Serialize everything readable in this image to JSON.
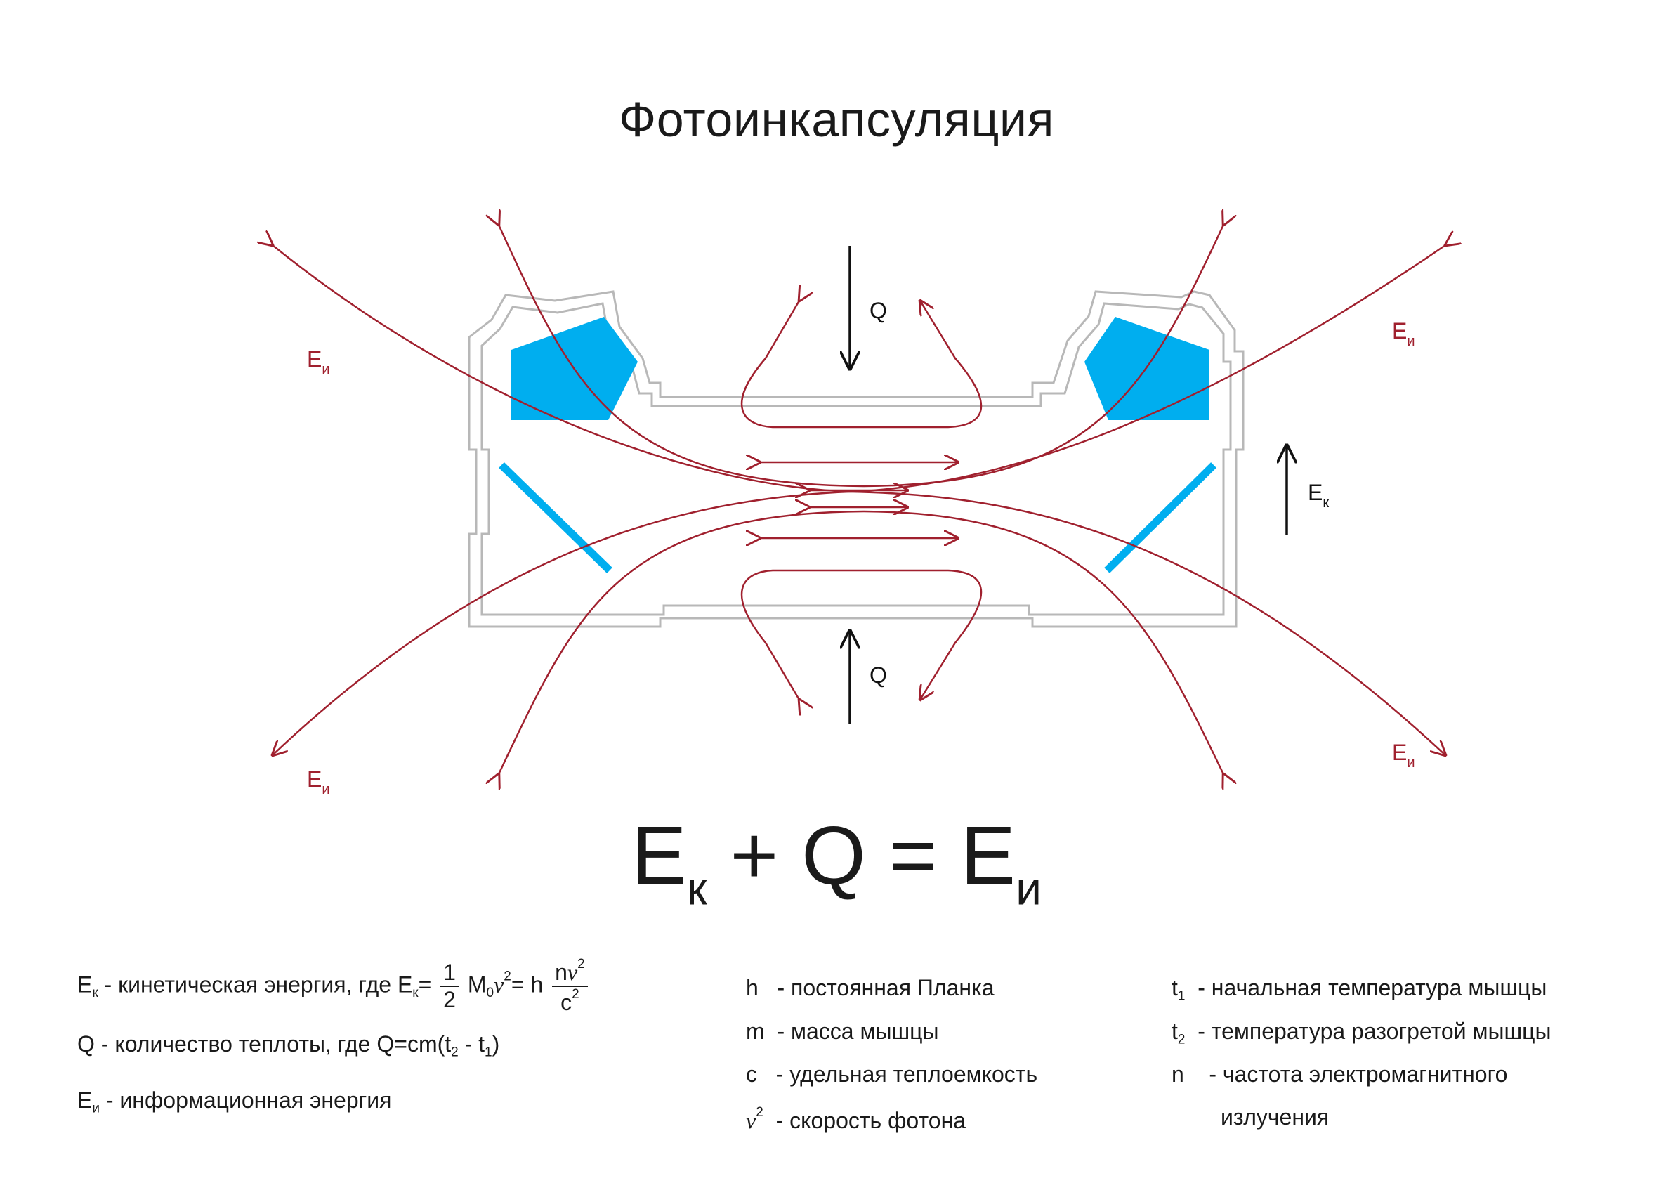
{
  "title": "Фотоинкапсуляция",
  "diagram_labels": {
    "q_top": "Q",
    "q_bottom": "Q",
    "e_info_main": "E",
    "e_info_sub": "и",
    "e_kin_main": "E",
    "e_kin_sub": "к"
  },
  "colors": {
    "flux_lines": "#a0202e",
    "blue_elements": "#00aeef",
    "outline": "#b8b8b8"
  },
  "equation": {
    "e": "E",
    "k_sub": "к",
    "plus": "+",
    "q": "Q",
    "equals": "=",
    "e2": "E",
    "i_sub": "и"
  },
  "legend_left": {
    "ek_sym": "E",
    "ek_sub": "к",
    "ek_text": " - кинетическая энергия, где E",
    "ek_sub2": "к",
    "ek_eq": "=",
    "frac_num": "1",
    "frac_den": "2",
    "m0": "M",
    "m0_sub": "0",
    "v": "v",
    "v_sup": "2",
    "eq_h": "= h",
    "frac2_num_n": "n",
    "frac2_num_v": "v",
    "frac2_num_sup": "2",
    "frac2_den_c": "c",
    "frac2_den_sup": "2",
    "q_text": "Q - количество теплоты, где Q=cm(t",
    "q_t2": "2",
    "q_mid": " - t",
    "q_t1": "1",
    "q_end": ")",
    "ei_sym": "E",
    "ei_sub": "и",
    "ei_text": " - информационная энергия"
  },
  "legend_mid": {
    "h_sym": "h",
    "h_text": "- постоянная Планка",
    "m_sym": "m",
    "m_text": "- масса мышцы",
    "c_sym": "c",
    "c_text": "- удельная теплоемкость",
    "v_sym": "v",
    "v_sup": "2",
    "v_text": "- скорость фотона"
  },
  "legend_right": {
    "t1_sym": "t",
    "t1_sub": "1",
    "t1_text": "-  начальная температура мышцы",
    "t2_sym": "t",
    "t2_sub": "2",
    "t2_text": "-  температура разогретой мышцы",
    "n_sym": "n",
    "n_text": "-  частота электромагнитного",
    "n_text2": "излучения"
  }
}
